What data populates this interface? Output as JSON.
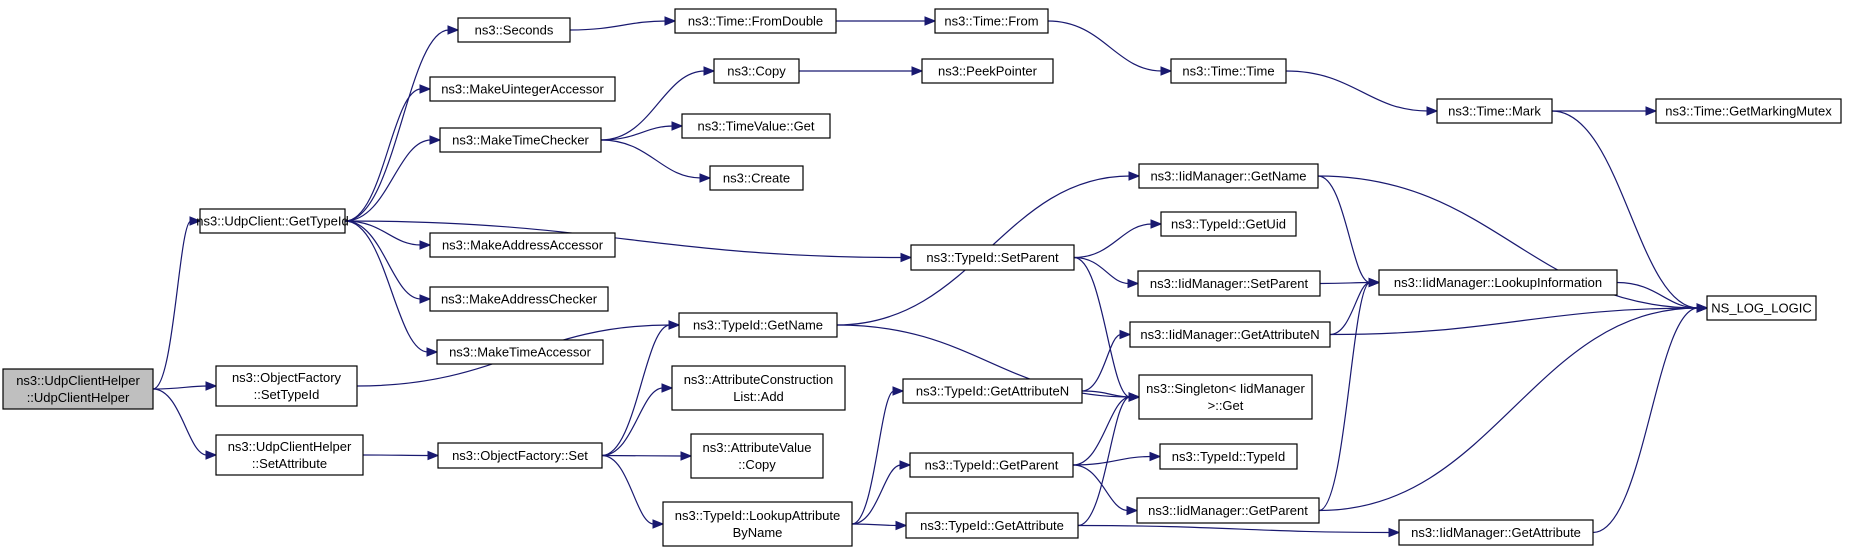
{
  "colors": {
    "edge": "#191970",
    "root_fill": "#bfbfbf",
    "node_fill": "#ffffff",
    "node_border": "#000000"
  },
  "nodes": [
    {
      "id": "root",
      "lines": [
        "ns3::UdpClientHelper",
        "::UdpClientHelper"
      ],
      "root": true
    },
    {
      "id": "getTypeId",
      "lines": [
        "ns3::UdpClient::GetTypeId"
      ]
    },
    {
      "id": "seconds",
      "lines": [
        "ns3::Seconds"
      ]
    },
    {
      "id": "fromDouble",
      "lines": [
        "ns3::Time::FromDouble"
      ]
    },
    {
      "id": "from",
      "lines": [
        "ns3::Time::From"
      ]
    },
    {
      "id": "timeTime",
      "lines": [
        "ns3::Time::Time"
      ]
    },
    {
      "id": "mark",
      "lines": [
        "ns3::Time::Mark"
      ]
    },
    {
      "id": "getMarkingMutex",
      "lines": [
        "ns3::Time::GetMarkingMutex"
      ]
    },
    {
      "id": "nsLogLogic",
      "lines": [
        "NS_LOG_LOGIC"
      ]
    },
    {
      "id": "makeUintegerAccessor",
      "lines": [
        "ns3::MakeUintegerAccessor"
      ]
    },
    {
      "id": "makeTimeChecker",
      "lines": [
        "ns3::MakeTimeChecker"
      ]
    },
    {
      "id": "copy",
      "lines": [
        "ns3::Copy"
      ]
    },
    {
      "id": "peekPointer",
      "lines": [
        "ns3::PeekPointer"
      ]
    },
    {
      "id": "timeValueGet",
      "lines": [
        "ns3::TimeValue::Get"
      ]
    },
    {
      "id": "create",
      "lines": [
        "ns3::Create"
      ]
    },
    {
      "id": "makeAddressAccessor",
      "lines": [
        "ns3::MakeAddressAccessor"
      ]
    },
    {
      "id": "makeAddressChecker",
      "lines": [
        "ns3::MakeAddressChecker"
      ]
    },
    {
      "id": "makeTimeAccessor",
      "lines": [
        "ns3::MakeTimeAccessor"
      ]
    },
    {
      "id": "ofSetTypeId",
      "lines": [
        "ns3::ObjectFactory",
        "::SetTypeId"
      ]
    },
    {
      "id": "uchSetAttribute",
      "lines": [
        "ns3::UdpClientHelper",
        "::SetAttribute"
      ]
    },
    {
      "id": "ofSet",
      "lines": [
        "ns3::ObjectFactory::Set"
      ]
    },
    {
      "id": "typeIdGetName",
      "lines": [
        "ns3::TypeId::GetName"
      ]
    },
    {
      "id": "aclAdd",
      "lines": [
        "ns3::AttributeConstruction",
        "List::Add"
      ]
    },
    {
      "id": "avCopy",
      "lines": [
        "ns3::AttributeValue",
        "::Copy"
      ]
    },
    {
      "id": "lookupAttrByName",
      "lines": [
        "ns3::TypeId::LookupAttribute",
        "ByName"
      ]
    },
    {
      "id": "typeIdGetAttributeN",
      "lines": [
        "ns3::TypeId::GetAttributeN"
      ]
    },
    {
      "id": "typeIdGetParent",
      "lines": [
        "ns3::TypeId::GetParent"
      ]
    },
    {
      "id": "typeIdGetAttribute",
      "lines": [
        "ns3::TypeId::GetAttribute"
      ]
    },
    {
      "id": "typeIdSetParent",
      "lines": [
        "ns3::TypeId::SetParent"
      ]
    },
    {
      "id": "iidGetName",
      "lines": [
        "ns3::IidManager::GetName"
      ]
    },
    {
      "id": "typeIdGetUid",
      "lines": [
        "ns3::TypeId::GetUid"
      ]
    },
    {
      "id": "iidSetParent",
      "lines": [
        "ns3::IidManager::SetParent"
      ]
    },
    {
      "id": "iidGetAttributeN",
      "lines": [
        "ns3::IidManager::GetAttributeN"
      ]
    },
    {
      "id": "singletonGet",
      "lines": [
        "ns3::Singleton< IidManager",
        " >::Get"
      ]
    },
    {
      "id": "typeIdTypeId",
      "lines": [
        "ns3::TypeId::TypeId"
      ]
    },
    {
      "id": "iidGetParent",
      "lines": [
        "ns3::IidManager::GetParent"
      ]
    },
    {
      "id": "iidLookupInformation",
      "lines": [
        "ns3::IidManager::LookupInformation"
      ]
    },
    {
      "id": "iidGetAttribute",
      "lines": [
        "ns3::IidManager::GetAttribute"
      ]
    }
  ],
  "edges": [
    [
      "root",
      "getTypeId"
    ],
    [
      "root",
      "ofSetTypeId"
    ],
    [
      "root",
      "uchSetAttribute"
    ],
    [
      "getTypeId",
      "seconds"
    ],
    [
      "getTypeId",
      "makeUintegerAccessor"
    ],
    [
      "getTypeId",
      "makeTimeChecker"
    ],
    [
      "getTypeId",
      "makeAddressAccessor"
    ],
    [
      "getTypeId",
      "makeAddressChecker"
    ],
    [
      "getTypeId",
      "makeTimeAccessor"
    ],
    [
      "getTypeId",
      "typeIdSetParent"
    ],
    [
      "seconds",
      "fromDouble"
    ],
    [
      "fromDouble",
      "from"
    ],
    [
      "from",
      "timeTime"
    ],
    [
      "timeTime",
      "mark"
    ],
    [
      "mark",
      "getMarkingMutex"
    ],
    [
      "mark",
      "nsLogLogic"
    ],
    [
      "makeTimeChecker",
      "copy"
    ],
    [
      "makeTimeChecker",
      "timeValueGet"
    ],
    [
      "makeTimeChecker",
      "create"
    ],
    [
      "copy",
      "peekPointer"
    ],
    [
      "ofSetTypeId",
      "typeIdGetName"
    ],
    [
      "uchSetAttribute",
      "ofSet"
    ],
    [
      "ofSet",
      "typeIdGetName"
    ],
    [
      "ofSet",
      "aclAdd"
    ],
    [
      "ofSet",
      "avCopy"
    ],
    [
      "ofSet",
      "lookupAttrByName"
    ],
    [
      "typeIdGetName",
      "iidGetName"
    ],
    [
      "typeIdGetName",
      "singletonGet"
    ],
    [
      "lookupAttrByName",
      "typeIdGetAttributeN"
    ],
    [
      "lookupAttrByName",
      "typeIdGetParent"
    ],
    [
      "lookupAttrByName",
      "typeIdGetAttribute"
    ],
    [
      "typeIdGetAttributeN",
      "iidGetAttributeN"
    ],
    [
      "typeIdGetAttributeN",
      "singletonGet"
    ],
    [
      "typeIdGetParent",
      "singletonGet"
    ],
    [
      "typeIdGetParent",
      "typeIdTypeId"
    ],
    [
      "typeIdGetParent",
      "iidGetParent"
    ],
    [
      "typeIdGetAttribute",
      "singletonGet"
    ],
    [
      "typeIdGetAttribute",
      "iidGetAttribute"
    ],
    [
      "typeIdSetParent",
      "typeIdGetUid"
    ],
    [
      "typeIdSetParent",
      "iidSetParent"
    ],
    [
      "typeIdSetParent",
      "singletonGet"
    ],
    [
      "iidGetName",
      "iidLookupInformation"
    ],
    [
      "iidGetName",
      "nsLogLogic"
    ],
    [
      "iidSetParent",
      "iidLookupInformation"
    ],
    [
      "iidGetAttributeN",
      "iidLookupInformation"
    ],
    [
      "iidGetAttributeN",
      "nsLogLogic"
    ],
    [
      "iidGetParent",
      "iidLookupInformation"
    ],
    [
      "iidGetParent",
      "nsLogLogic"
    ],
    [
      "iidGetAttribute",
      "nsLogLogic"
    ],
    [
      "iidLookupInformation",
      "nsLogLogic"
    ]
  ]
}
